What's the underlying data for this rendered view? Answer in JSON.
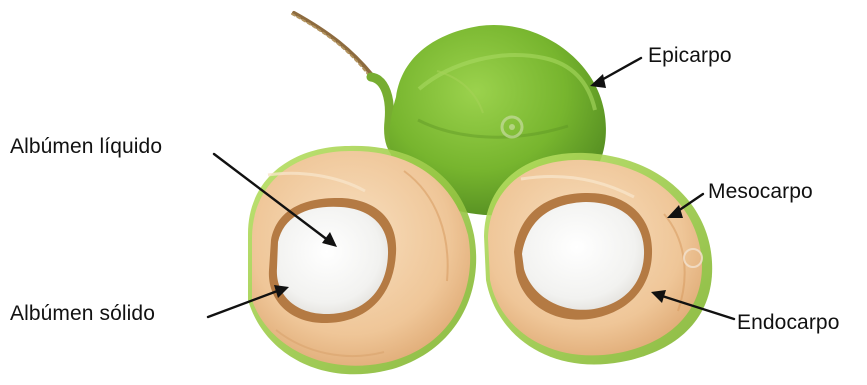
{
  "labels": {
    "epicarp": "Epicarpo",
    "liquid_endosperm": "Albúmen líquido",
    "mesocarp": "Mesocarpo",
    "solid_endosperm": "Albúmen sólido",
    "endocarp": "Endocarpo"
  },
  "colors": {
    "background": "#ffffff",
    "text": "#111111",
    "epicarp_green": "#7fbe35",
    "mesocarp_fiber": "#efc99f",
    "endocarp_brown": "#b27c46",
    "solid_endosperm_white": "#f8f8f8"
  }
}
